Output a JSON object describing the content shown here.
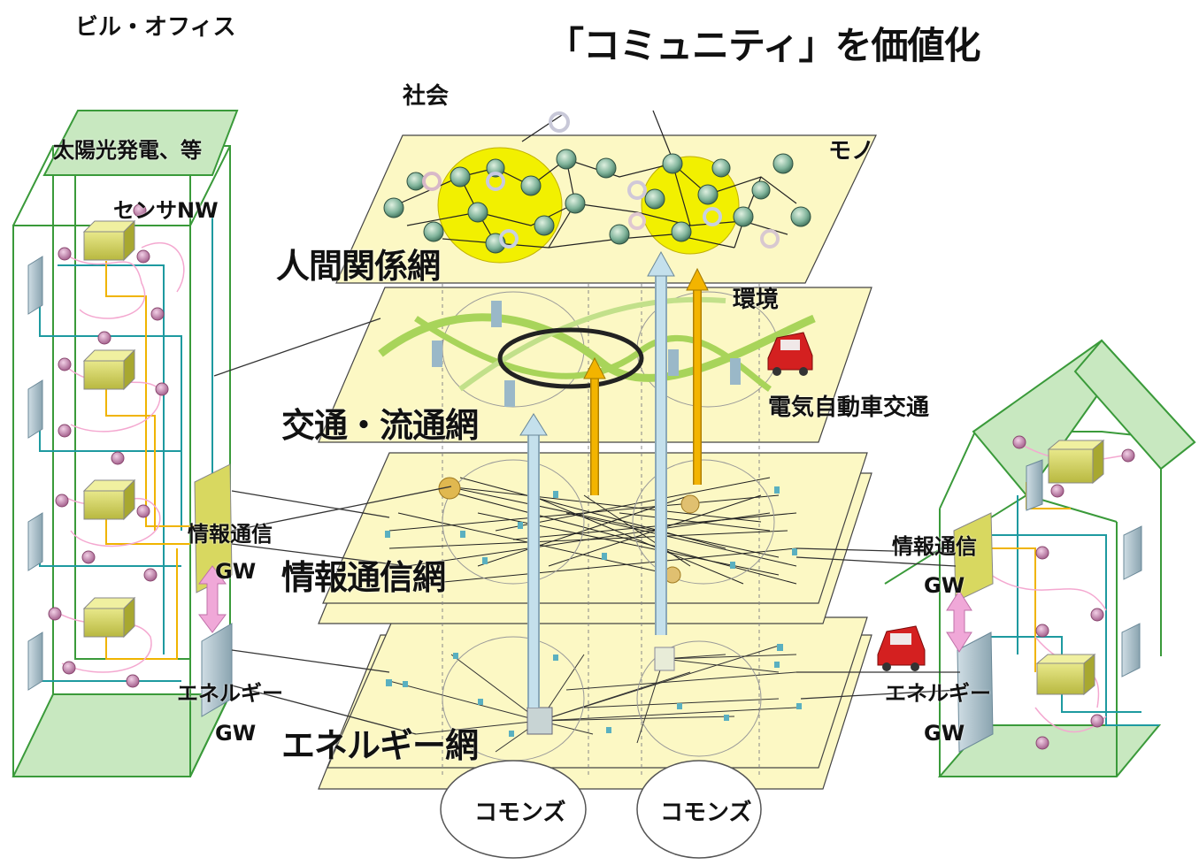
{
  "title": "「コミュニティ」を価値化",
  "building": {
    "title": "ビル・オフィス",
    "solar": "太陽光発電、等",
    "sensor_nw": "センサNW",
    "info_gw": "情報通信",
    "info_gw_suffix": "GW",
    "energy_gw": "エネルギー",
    "energy_gw_suffix": "GW"
  },
  "layers": {
    "society": "社会",
    "things": "モノ",
    "human": "人間関係網",
    "environment": "環境",
    "traffic": "交通・流通網",
    "ev": "電気自動車交通",
    "info": "情報通信網",
    "energy": "エネルギー網"
  },
  "commons": [
    "コモンズ",
    "コモンズ"
  ],
  "house": {
    "info_gw": "情報通信",
    "info_gw_suffix": "GW",
    "energy_gw": "エネルギー",
    "energy_gw_suffix": "GW"
  },
  "colors": {
    "plane": "#fcf8c4",
    "building_line": "#3a9a3a",
    "cyan_wire": "#1e9aa0",
    "yellow_wire": "#f0b400",
    "community": "#f2f000",
    "arrow_blue": "#b8d8e4",
    "arrow_gold": "#f3b400",
    "node_pink": "#c07aa8"
  }
}
